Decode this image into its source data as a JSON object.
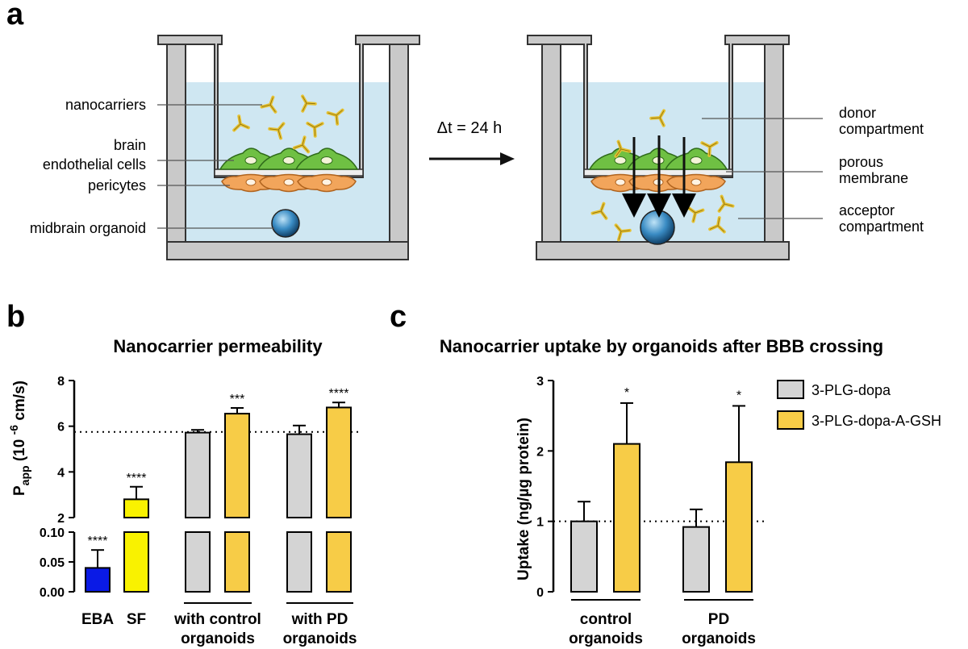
{
  "panel_labels": {
    "a": "a",
    "b": "b",
    "c": "c"
  },
  "schematic": {
    "left_labels": [
      "nanocarriers",
      "brain",
      "endothelial cells",
      "pericytes",
      "midbrain organoid"
    ],
    "time_label": "Δt = 24 h",
    "right_labels": [
      "donor",
      "compartment",
      "porous",
      "membrane",
      "acceptor",
      "compartment"
    ],
    "colors": {
      "medium": "#cfe7f2",
      "wall": "#c9c9c9",
      "endothelial": "#6fc043",
      "pericytes": "#f2a55b",
      "nanocarrier": "#e6c233",
      "organoid": "#3a7fb0"
    }
  },
  "chart_data": [
    {
      "type": "bar",
      "title": "Nanocarrier permeability",
      "ylabel_main": "P",
      "ylabel_sub": "app",
      "ylabel_rest": " (10 ",
      "ylabel_exp": "-6",
      "ylabel_unit": " cm/s)",
      "axis_break": true,
      "upper_ylim": [
        2,
        8
      ],
      "upper_ticks": [
        "2",
        "4",
        "6",
        "8"
      ],
      "lower_ylim": [
        0,
        0.1
      ],
      "lower_ticks": [
        "0.00",
        "0.05",
        "0.10"
      ],
      "reference_line": 5.75,
      "bars": [
        {
          "label": "EBA",
          "value": 0.04,
          "error": 0.03,
          "sig": "****",
          "color": "#0a1ae6",
          "segment": "lower"
        },
        {
          "label": "SF",
          "value": 2.8,
          "error": 0.55,
          "sig": "****",
          "color": "#f9f200",
          "segment": "upper"
        },
        {
          "series": "3-PLG-dopa",
          "value": 5.72,
          "error": 0.12,
          "sig": "",
          "color": "#d4d4d4",
          "group": "with control organoids",
          "segment": "upper"
        },
        {
          "series": "3-PLG-dopa-A-GSH",
          "value": 6.55,
          "error": 0.25,
          "sig": "***",
          "color": "#f7cc47",
          "group": "with control organoids",
          "segment": "upper"
        },
        {
          "series": "3-PLG-dopa",
          "value": 5.65,
          "error": 0.38,
          "sig": "",
          "color": "#d4d4d4",
          "group": "with PD organoids",
          "segment": "upper"
        },
        {
          "series": "3-PLG-dopa-A-GSH",
          "value": 6.82,
          "error": 0.22,
          "sig": "****",
          "color": "#f7cc47",
          "group": "with PD organoids",
          "segment": "upper"
        }
      ],
      "x_labels": [
        "EBA",
        "SF"
      ],
      "group_labels": [
        [
          "with control",
          "organoids"
        ],
        [
          "with PD",
          "organoids"
        ]
      ]
    },
    {
      "type": "bar",
      "title": "Nanocarrier uptake by organoids after BBB crossing",
      "ylabel": "Uptake (ng/µg protein)",
      "ylim": [
        0,
        3
      ],
      "yticks": [
        "0",
        "1",
        "2",
        "3"
      ],
      "reference_line": 1,
      "categories": [
        [
          "control",
          "organoids"
        ],
        [
          "PD",
          "organoids"
        ]
      ],
      "series": [
        {
          "name": "3-PLG-dopa",
          "color": "#d4d4d4",
          "values": [
            1.0,
            0.92
          ],
          "errors": [
            0.28,
            0.25
          ],
          "sig": [
            "",
            ""
          ]
        },
        {
          "name": "3-PLG-dopa-A-GSH",
          "color": "#f7cc47",
          "values": [
            2.1,
            1.84
          ],
          "errors": [
            0.58,
            0.8
          ],
          "sig": [
            "*",
            "*"
          ]
        }
      ],
      "legend_position": "top-right"
    }
  ]
}
